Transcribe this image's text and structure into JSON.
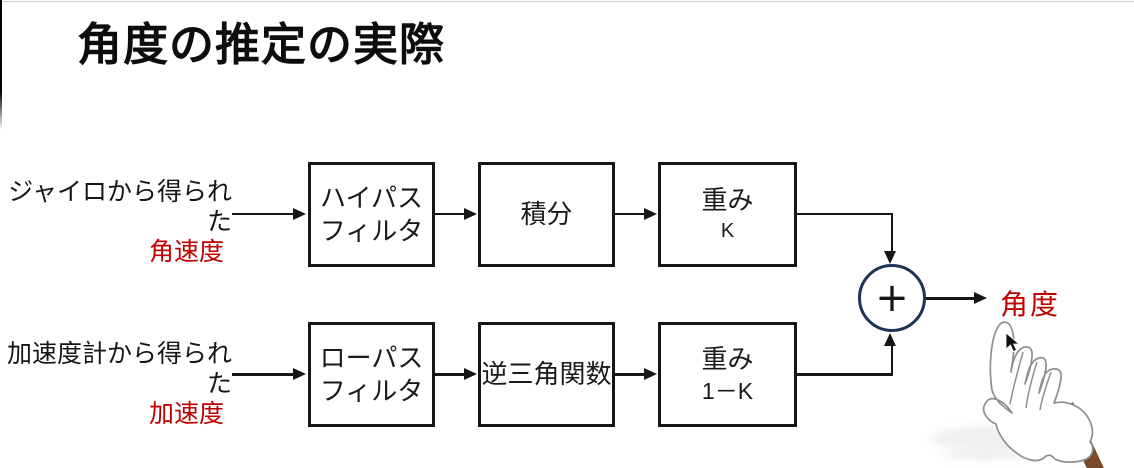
{
  "title": "角度の推定の実際",
  "colors": {
    "accent_red": "#c00000",
    "line_black": "#161616",
    "summer_ring_navy": "#1e3356",
    "glove_outline_gray": "#8f8f8f",
    "stick_brown": "#7b4a2a",
    "background": "#ffffff"
  },
  "flow_top": {
    "source_line1": "ジャイロから得られた",
    "source_line2": "角速度",
    "box_highpass_line1": "ハイパス",
    "box_highpass_line2": "フィルタ",
    "box_integral": "積分",
    "box_weight_line1": "重み",
    "box_weight_line2": "K"
  },
  "flow_bottom": {
    "source_line1": "加速度計から得られた",
    "source_line2": "加速度",
    "box_lowpass_line1": "ローパス",
    "box_lowpass_line2": "フィルタ",
    "box_invtrig": "逆三角関数",
    "box_weight_line1": "重み",
    "box_weight_line2": "1－K"
  },
  "summer": {
    "operator": "+"
  },
  "output_label": "角度",
  "icons": {
    "hand": "pointing-hand-glove-icon",
    "cursor": "mouse-cursor-icon"
  }
}
